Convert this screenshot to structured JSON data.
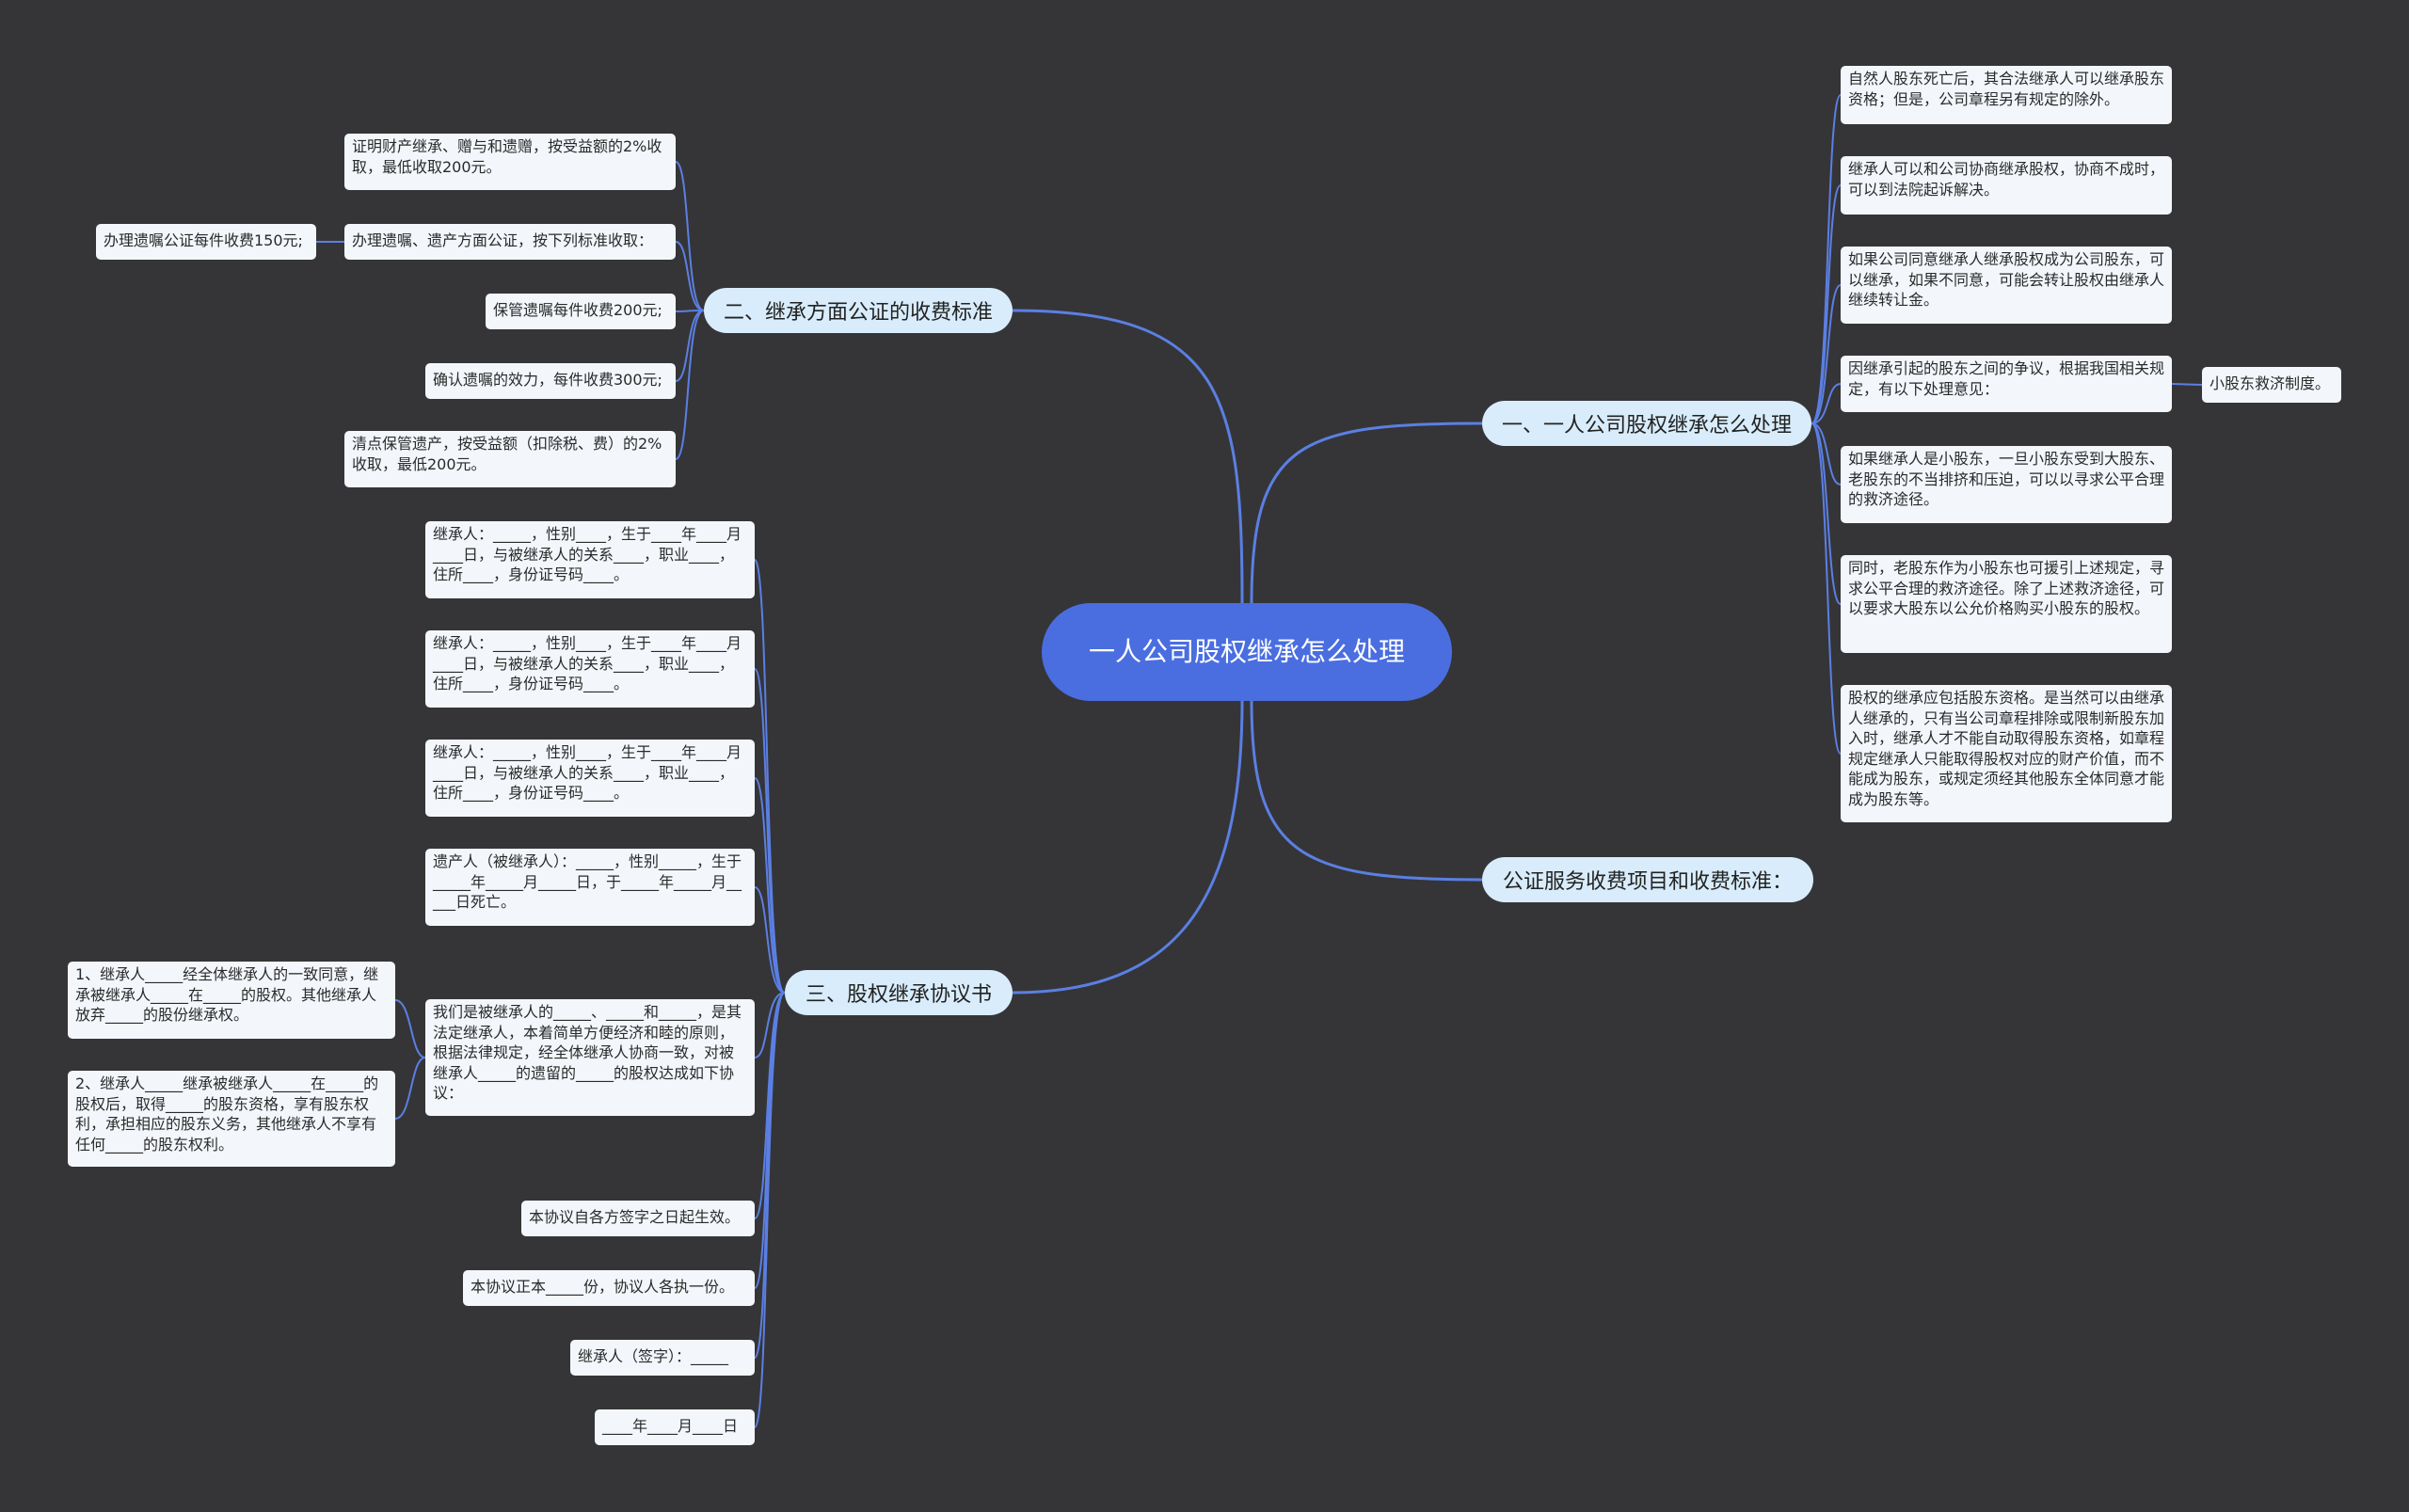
{
  "colors": {
    "background": "#353537",
    "line": "#5b7fe3",
    "root": "#4a6ee0",
    "branch": "#d8ecfb",
    "leaf": "#f3f7fc"
  },
  "root": "一人公司股权继承怎么处理",
  "branches": {
    "one": {
      "label": "一、一人公司股权继承怎么处理",
      "items": [
        "自然人股东死亡后，其合法继承人可以继承股东资格；但是，公司章程另有规定的除外。",
        "继承人可以和公司协商继承股权，协商不成时，可以到法院起诉解决。",
        "如果公司同意继承人继承股权成为公司股东，可以继承，如果不同意，可能会转让股权由继承人继续转让金。",
        "因继承引起的股东之间的争议，根据我国相关规定，有以下处理意见：",
        "如果继承人是小股东，一旦小股东受到大股东、老股东的不当排挤和压迫，可以以寻求公平合理的救济途径。",
        "同时，老股东作为小股东也可援引上述规定，寻求公平合理的救济途径。除了上述救济途径，可以要求大股东以公允价格购买小股东的股权。",
        "股权的继承应包括股东资格。是当然可以由继承人继承的，只有当公司章程排除或限制新股东加入时，继承人才不能自动取得股东资格，如章程规定继承人只能取得股权对应的财产价值，而不能成为股东，或规定须经其他股东全体同意才能成为股东等。"
      ],
      "sub": "小股东救济制度。"
    },
    "two": {
      "label": "二、继承方面公证的收费标准",
      "items": [
        "证明财产继承、赠与和遗赠，按受益额的2%收取，最低收取200元。",
        "办理遗嘱、遗产方面公证，按下列标准收取：",
        "保管遗嘱每件收费200元;",
        "确认遗嘱的效力，每件收费300元;",
        "清点保管遗产，按受益额（扣除税、费）的2%收取，最低200元。"
      ],
      "sub": "办理遗嘱公证每件收费150元;"
    },
    "three": {
      "label": "三、股权继承协议书",
      "items": [
        "继承人：_____，性别____，生于____年____月____日，与被继承人的关系____，职业____，住所____，身份证号码____。",
        "继承人：_____，性别____，生于____年____月____日，与被继承人的关系____，职业____，住所____，身份证号码____。",
        "继承人：_____，性别____，生于____年____月____日，与被继承人的关系____，职业____，住所____，身份证号码____。",
        "遗产人（被继承人）：_____，性别_____，生于_____年_____月_____日，于_____年_____月_____日死亡。",
        "我们是被继承人的_____、_____和_____，是其法定继承人，本着简单方便经济和睦的原则，根据法律规定，经全体继承人协商一致，对被继承人_____的遗留的_____的股权达成如下协议：",
        "本协议自各方签字之日起生效。",
        "本协议正本_____份，协议人各执一份。",
        "继承人（签字）：_____",
        "____年____月____日"
      ],
      "subs": [
        "1、继承人_____经全体继承人的一致同意，继承被继承人_____在_____的股权。其他继承人放弃_____的股份继承权。",
        "2、继承人_____继承被继承人_____在_____的股权后，取得_____的股东资格，享有股东权利，承担相应的股东义务，其他继承人不享有任何_____的股东权利。"
      ]
    },
    "four": {
      "label": "公证服务收费项目和收费标准："
    }
  }
}
